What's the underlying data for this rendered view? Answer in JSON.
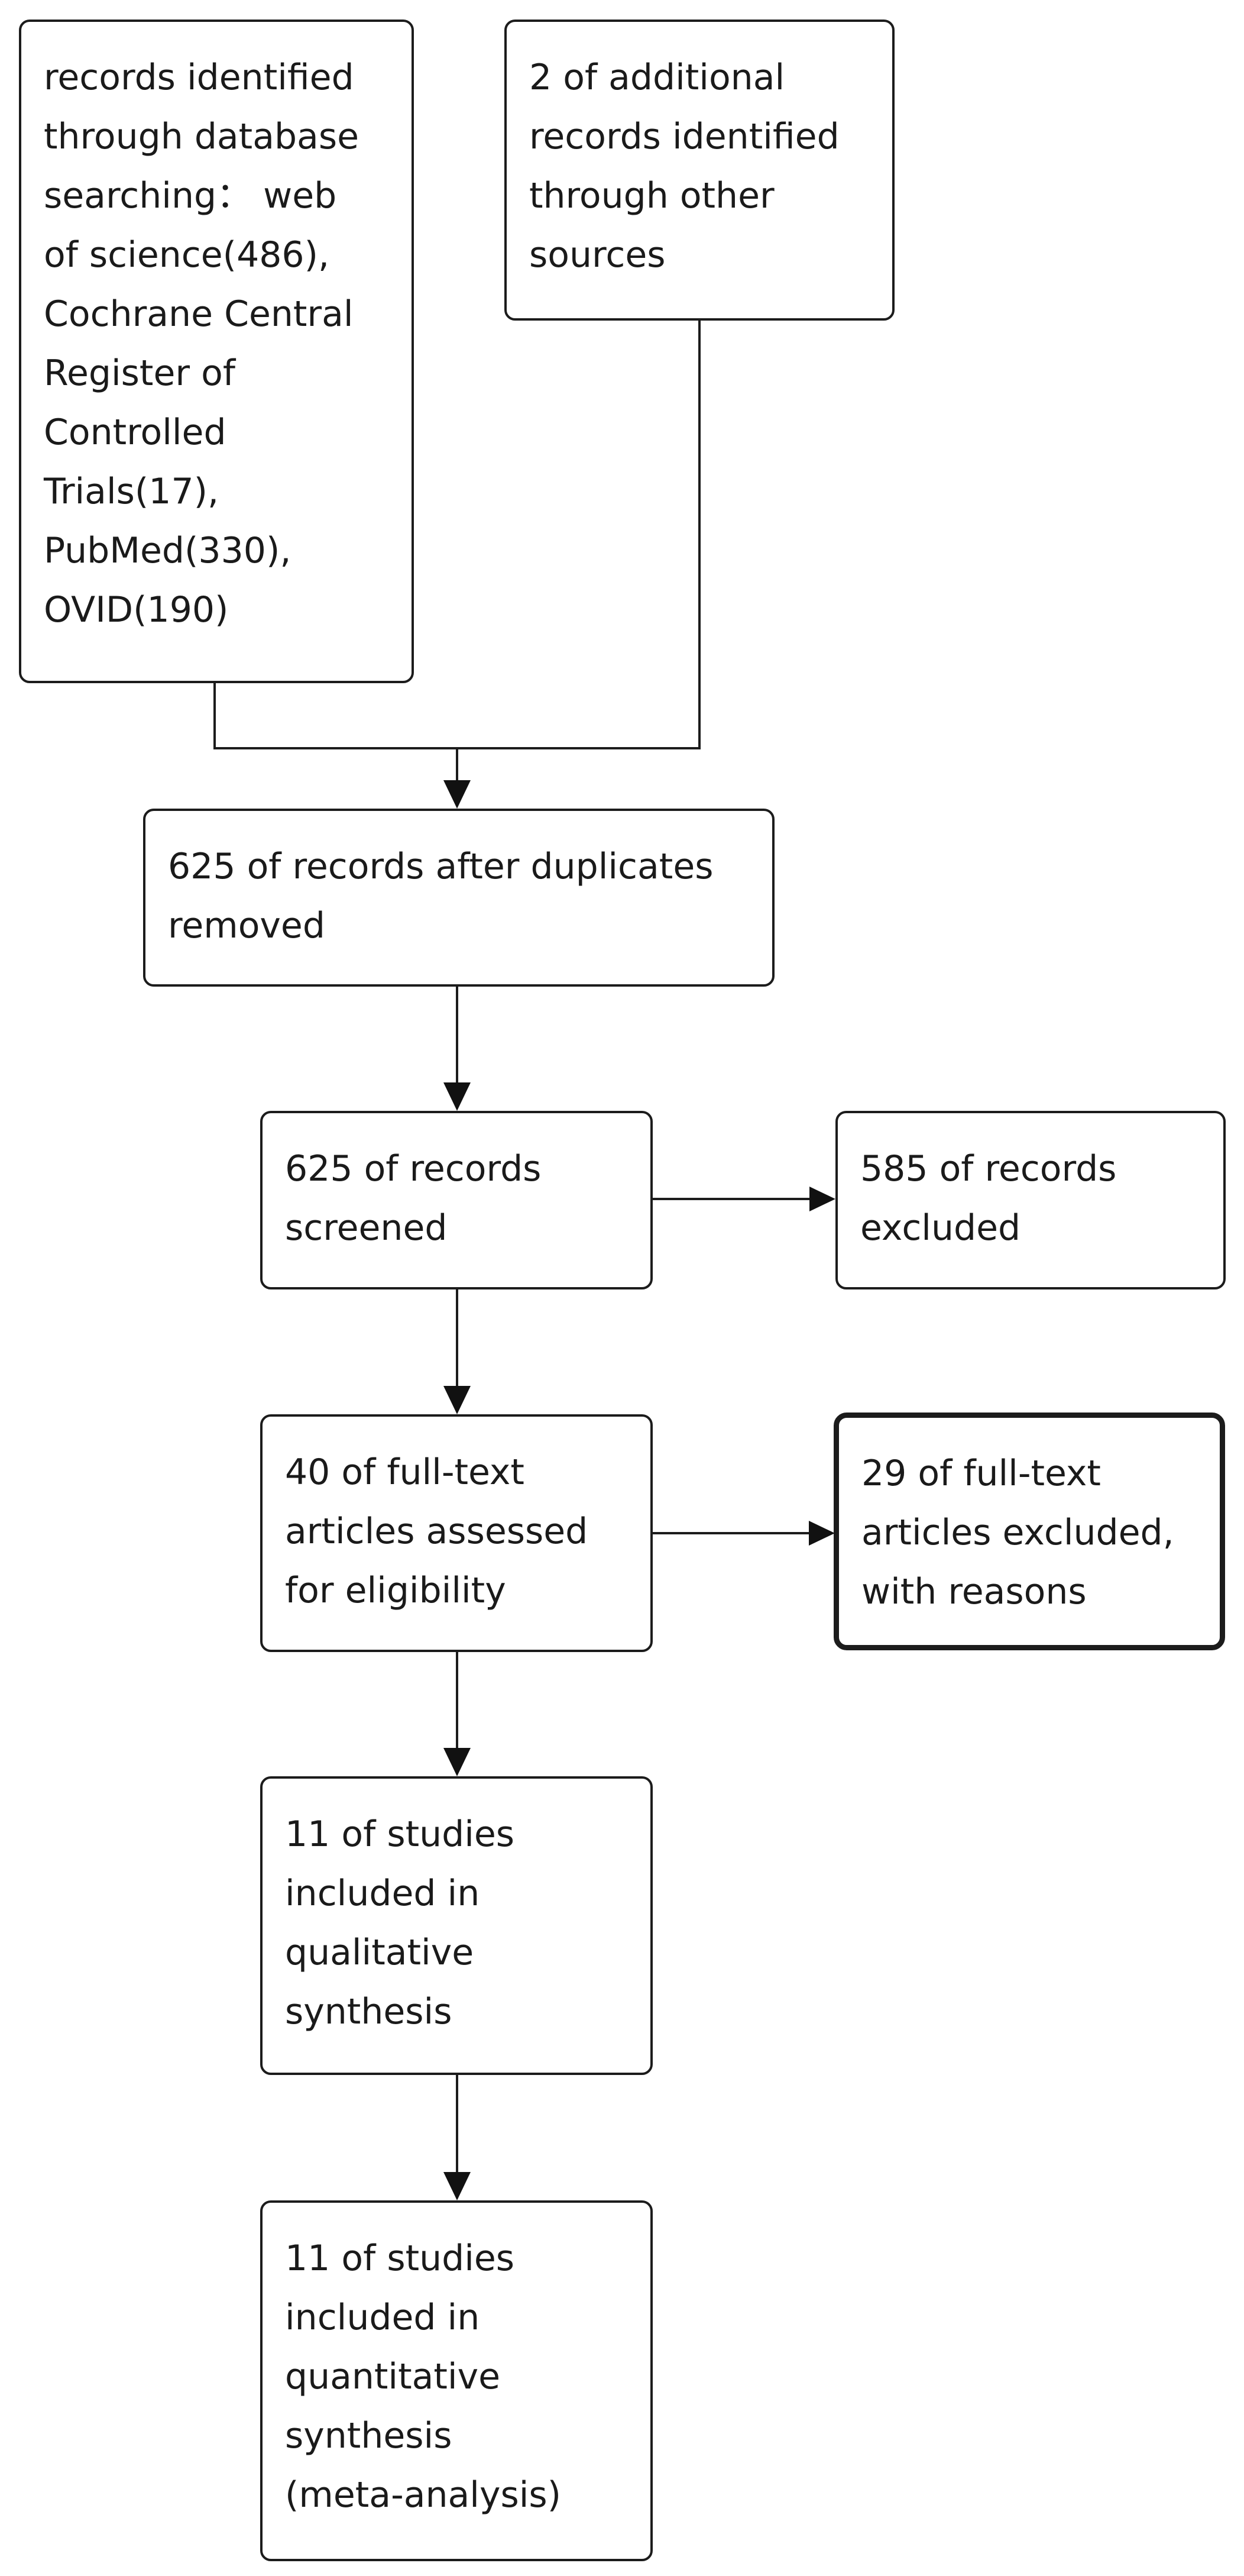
{
  "diagram": {
    "kind": "prisma-flowchart",
    "colors": {
      "background": "#ffffff",
      "border": "#1c1c1c",
      "text": "#1a1a1a",
      "arrow": "#111111"
    }
  },
  "nodes": {
    "db": {
      "id": "records-identified-database",
      "text": "records identified\nthrough database\nsearching： web\nof science(486),\nCochrane Central\nRegister of\nControlled\nTrials(17),\nPubMed(330),\nOVID(190)"
    },
    "other": {
      "id": "additional-records-other-sources",
      "text": "2 of additional\nrecords identified\nthrough other\nsources"
    },
    "dup": {
      "id": "records-after-duplicates-removed",
      "text": "625 of records after duplicates\nremoved"
    },
    "screened": {
      "id": "records-screened",
      "text": "625 of records\nscreened"
    },
    "excluded": {
      "id": "records-excluded",
      "text": "585 of records\nexcluded"
    },
    "fulltext": {
      "id": "fulltext-assessed",
      "text": "40 of full-text\narticles assessed\nfor eligibility"
    },
    "fulltext_excluded": {
      "id": "fulltext-excluded-with-reasons",
      "text": "29 of full-text\narticles excluded,\nwith reasons",
      "emphasis": "bold-border"
    },
    "qualitative": {
      "id": "studies-qualitative-synthesis",
      "text": "11 of studies\nincluded in\nqualitative\nsynthesis"
    },
    "quantitative": {
      "id": "studies-quantitative-synthesis",
      "text": "11 of studies\nincluded in\nquantitative\nsynthesis\n(meta-analysis)"
    }
  },
  "edges": [
    {
      "from": "records-identified-database",
      "to": "records-after-duplicates-removed",
      "type": "elbow-arrow"
    },
    {
      "from": "additional-records-other-sources",
      "to": "records-after-duplicates-removed",
      "type": "elbow-arrow"
    },
    {
      "from": "records-after-duplicates-removed",
      "to": "records-screened",
      "type": "arrow-down"
    },
    {
      "from": "records-screened",
      "to": "records-excluded",
      "type": "arrow-right"
    },
    {
      "from": "records-screened",
      "to": "fulltext-assessed",
      "type": "arrow-down"
    },
    {
      "from": "fulltext-assessed",
      "to": "fulltext-excluded-with-reasons",
      "type": "arrow-right"
    },
    {
      "from": "fulltext-assessed",
      "to": "studies-qualitative-synthesis",
      "type": "arrow-down"
    },
    {
      "from": "studies-qualitative-synthesis",
      "to": "studies-quantitative-synthesis",
      "type": "arrow-down"
    }
  ]
}
